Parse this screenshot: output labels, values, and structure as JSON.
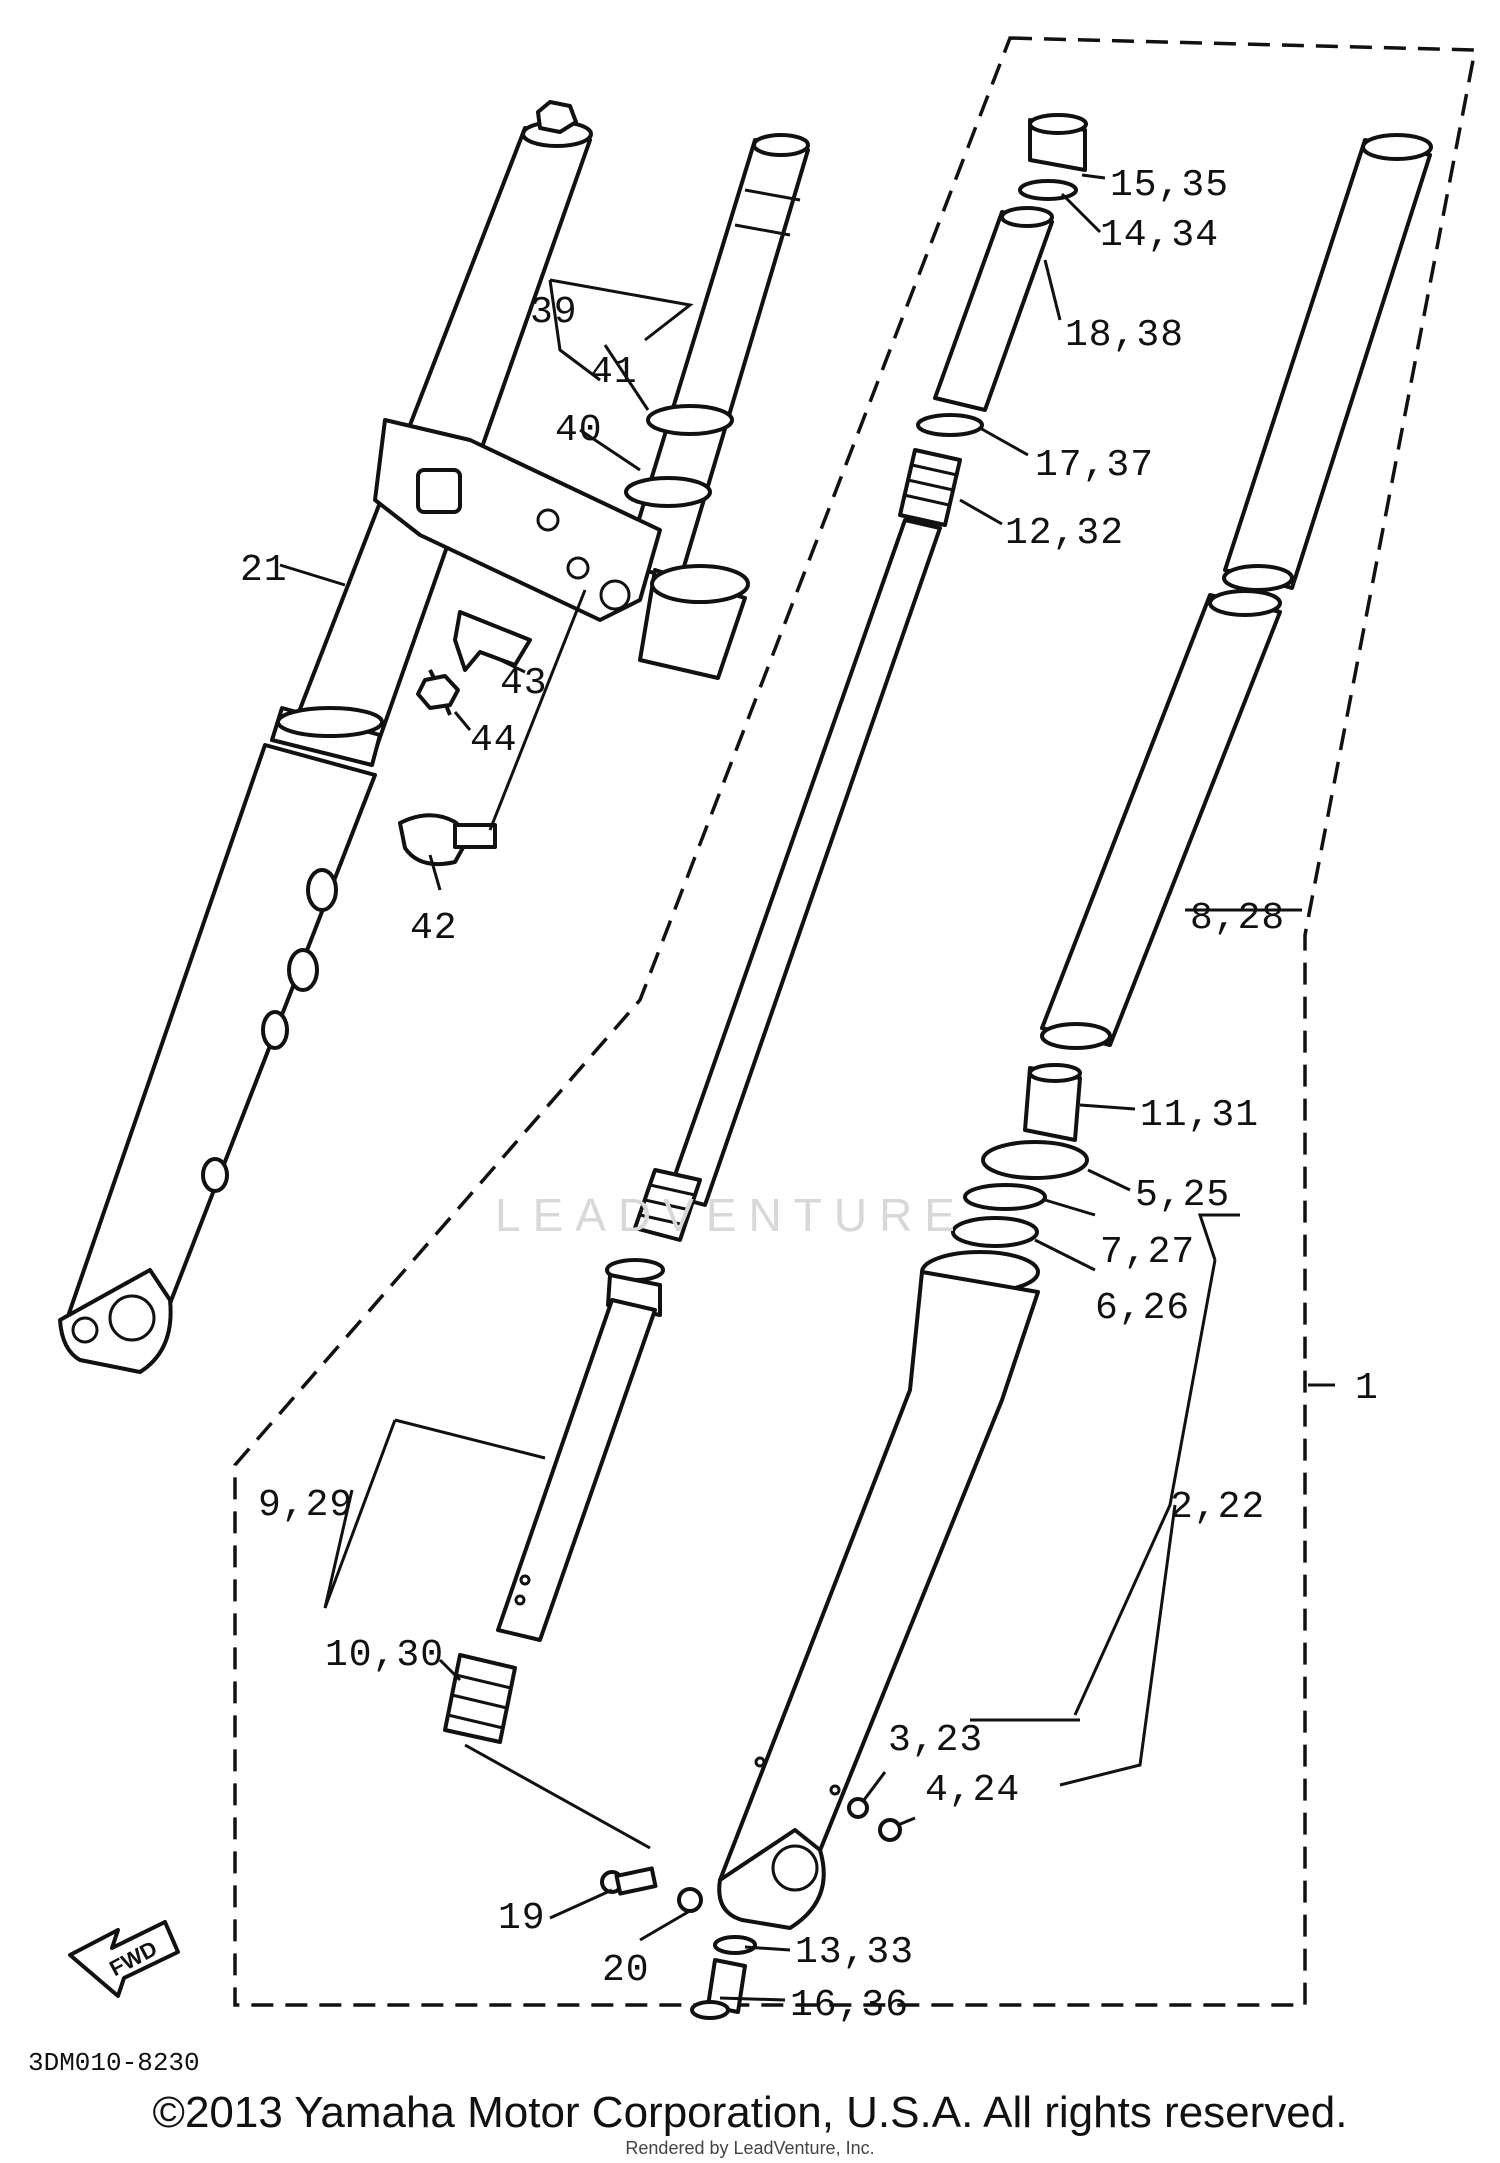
{
  "diagram_code": "3DM010-8230",
  "fwd_label": "FWD",
  "copyright": "©2013 Yamaha Motor Corporation, U.S.A. All rights reserved.",
  "rendered_by": "Rendered by LeadVenture, Inc.",
  "watermark": "LEADVENTURE",
  "callouts": {
    "c1": "1",
    "c2_22": "2,22",
    "c3_23": "3,23",
    "c4_24": "4,24",
    "c5_25": "5,25",
    "c6_26": "6,26",
    "c7_27": "7,27",
    "c8_28": "8,28",
    "c9_29": "9,29",
    "c10_30": "10,30",
    "c11_31": "11,31",
    "c12_32": "12,32",
    "c13_33": "13,33",
    "c14_34": "14,34",
    "c15_35": "15,35",
    "c16_36": "16,36",
    "c17_37": "17,37",
    "c18_38": "18,38",
    "c19": "19",
    "c20": "20",
    "c21": "21",
    "c39": "39",
    "c40": "40",
    "c41": "41",
    "c42": "42",
    "c43": "43",
    "c44": "44"
  }
}
